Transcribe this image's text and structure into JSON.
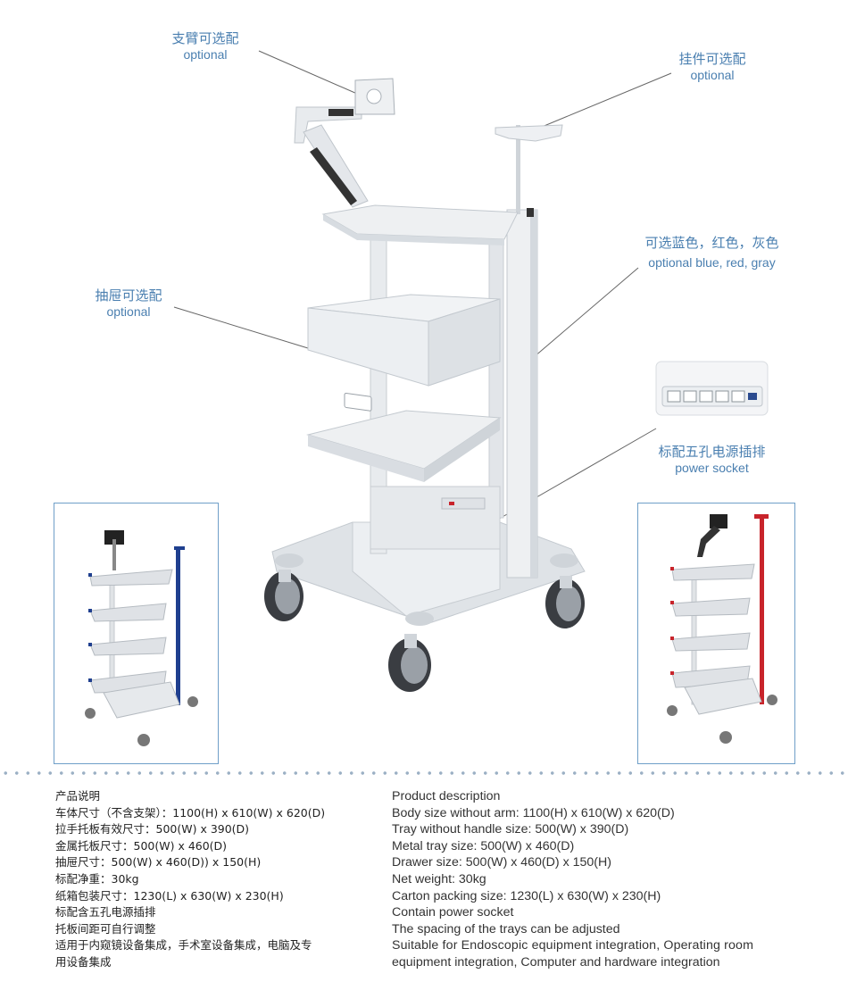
{
  "callouts": {
    "arm": {
      "cn": "支臂可选配",
      "en": "optional"
    },
    "hanger": {
      "cn": "挂件可选配",
      "en": "optional"
    },
    "color": {
      "cn": "可选蓝色，红色，灰色",
      "en": "optional blue, red, gray"
    },
    "drawer": {
      "cn": "抽屉可选配",
      "en": "optional"
    },
    "socket": {
      "cn": "标配五孔电源插排",
      "en": "power socket"
    }
  },
  "variants": {
    "left_accent": "#1f3f8f",
    "right_accent": "#c8242b",
    "main_color": "#e9ecef"
  },
  "description_cn": {
    "title": "产品说明",
    "lines": [
      "车体尺寸（不含支架）：1100(H) x 610(W) x 620(D)",
      "拉手托板有效尺寸：500(W) x 390(D)",
      "金属托板尺寸：500(W) x 460(D)",
      "抽屉尺寸：500(W) x 460(D)) x 150(H)",
      "标配净重：30kg",
      "纸箱包装尺寸：1230(L) x 630(W) x 230(H)",
      "标配含五孔电源插排",
      "托板间距可自行调整",
      "适用于内窥镜设备集成，手术室设备集成，电脑及专",
      "用设备集成"
    ]
  },
  "description_en": {
    "title": "Product description",
    "lines": [
      "Body size without arm: 1100(H) x 610(W) x 620(D)",
      "Tray without handle size: 500(W) x 390(D)",
      "Metal tray size: 500(W) x 460(D)",
      "Drawer size: 500(W) x 460(D) x 150(H)",
      "Net weight: 30kg",
      "Carton packing size: 1230(L) x 630(W) x 230(H)",
      "Contain power socket",
      "The spacing of the trays can be adjusted",
      "Suitable for Endoscopic equipment integration, Operating room",
      "equipment integration, Computer and hardware integration"
    ]
  }
}
